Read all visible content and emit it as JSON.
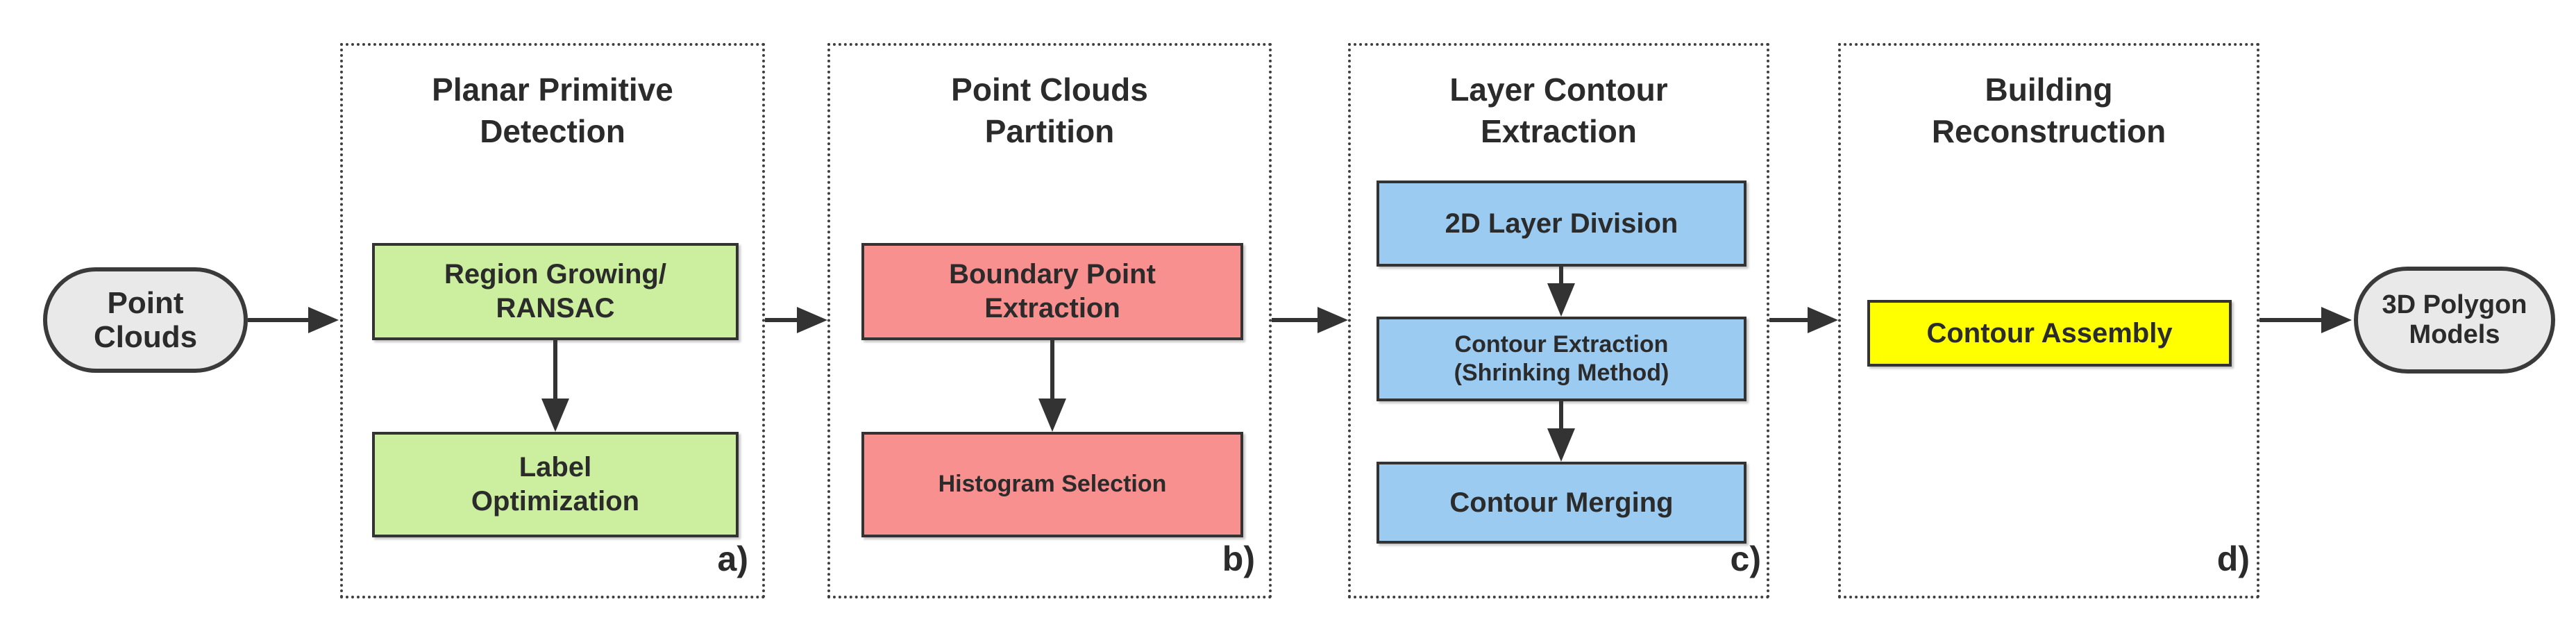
{
  "colors": {
    "background": "#ffffff",
    "text": "#2b2b2b",
    "line": "#333333",
    "panel_border_dotted": "#3f3f3f",
    "node_gray": "#e9e9e9",
    "step_green": "#cbef9e",
    "step_red": "#f99090",
    "step_blue": "#9ccbf2",
    "step_yellow": "#ffff00"
  },
  "input_node": {
    "lines": [
      "Point",
      "Clouds"
    ]
  },
  "output_node": {
    "lines": [
      "3D Polygon",
      "Models"
    ]
  },
  "panels": {
    "a": {
      "title": [
        "Planar Primitive",
        "Detection"
      ],
      "tag": "a)",
      "steps": [
        [
          "Region Growing/",
          "RANSAC"
        ],
        [
          "Label",
          "Optimization"
        ]
      ]
    },
    "b": {
      "title": [
        "Point Clouds",
        "Partition"
      ],
      "tag": "b)",
      "steps": [
        [
          "Boundary Point",
          "Extraction"
        ],
        [
          "Histogram Selection"
        ]
      ]
    },
    "c": {
      "title": [
        "Layer Contour",
        "Extraction"
      ],
      "tag": "c)",
      "steps": [
        [
          "2D Layer Division"
        ],
        [
          "Contour Extraction",
          "(Shrinking Method)"
        ],
        [
          "Contour Merging"
        ]
      ]
    },
    "d": {
      "title": [
        "Building",
        "Reconstruction"
      ],
      "tag": "d)",
      "steps": [
        [
          "Contour Assembly"
        ]
      ]
    }
  }
}
